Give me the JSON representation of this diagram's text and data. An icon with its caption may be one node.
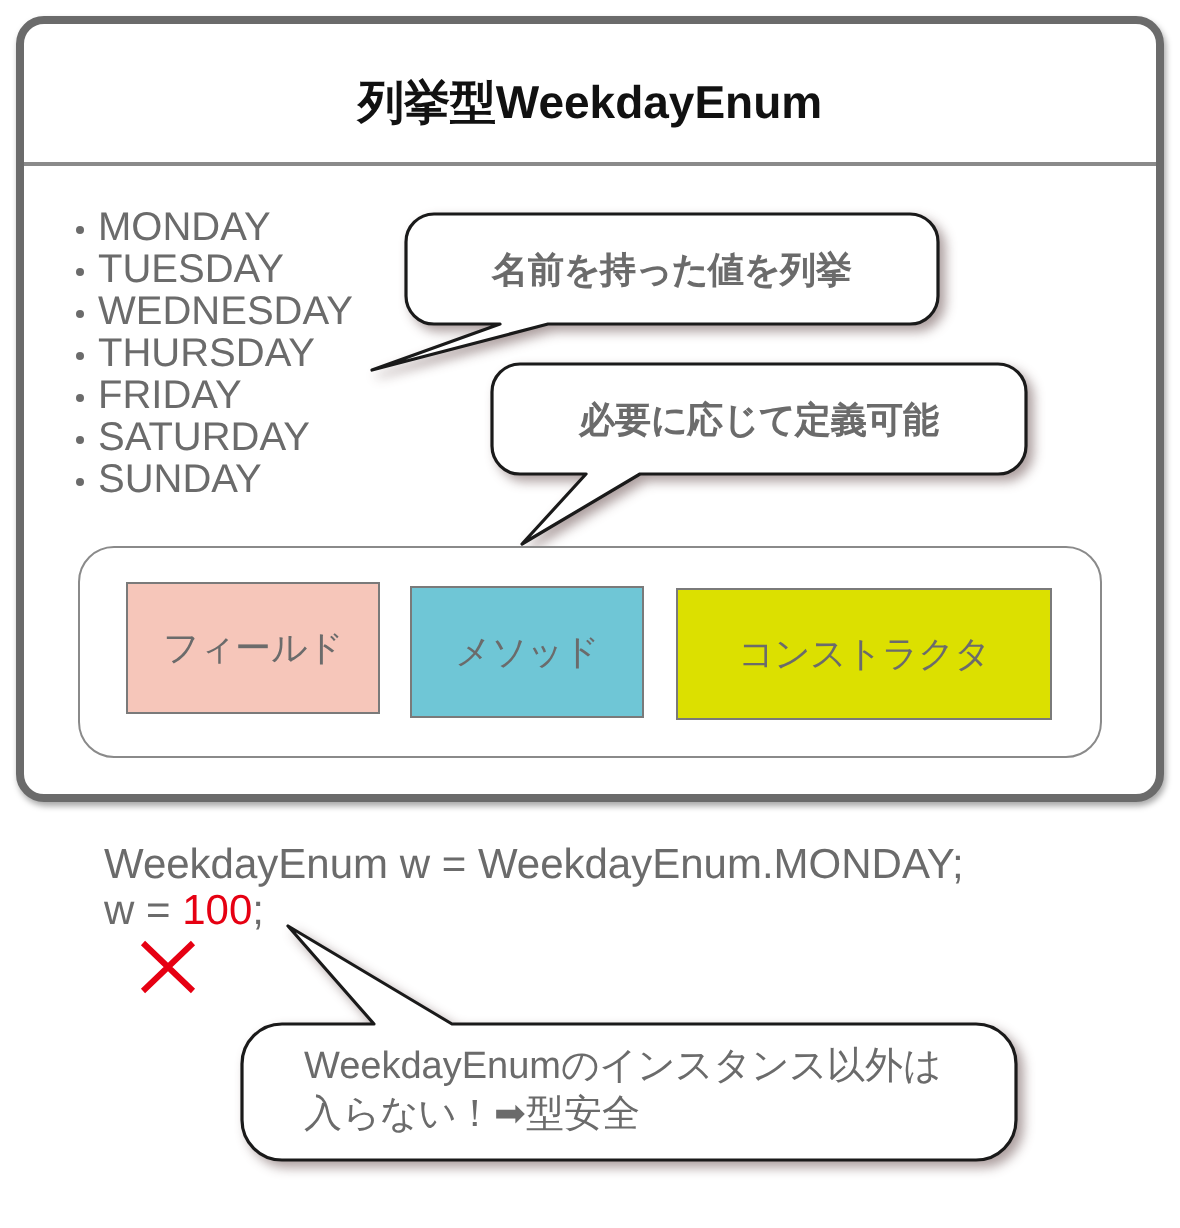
{
  "diagram": {
    "nodes": [
      {
        "text": [
          "列挙型WeekdayEnum",
          "MONDAY",
          "TUESDAY",
          "WEDNESDAY",
          "THURSDAY",
          "FRIDAY",
          "SATURDAY",
          "SUNDAY"
        ]
      },
      {
        "text": [
          "名前を持った値を列挙"
        ],
        "in": 0
      },
      {
        "text": [
          "必要に応じて定義可能"
        ],
        "in": 0
      },
      {
        "text": [],
        "shape": "box",
        "in": 0
      },
      {
        "text": [
          "フィールド"
        ],
        "in": 3
      },
      {
        "text": [
          "メソッド"
        ],
        "in": 3
      },
      {
        "text": [
          "コンストラクタ"
        ],
        "in": 3
      },
      {
        "text": [
          "WeekdayEnumのインスタンス以外は入らない！➡型安全"
        ]
      }
    ],
    "labels": [
      "WeekdayEnum w = WeekdayEnum.MONDAY;",
      "w = 100;"
    ]
  }
}
